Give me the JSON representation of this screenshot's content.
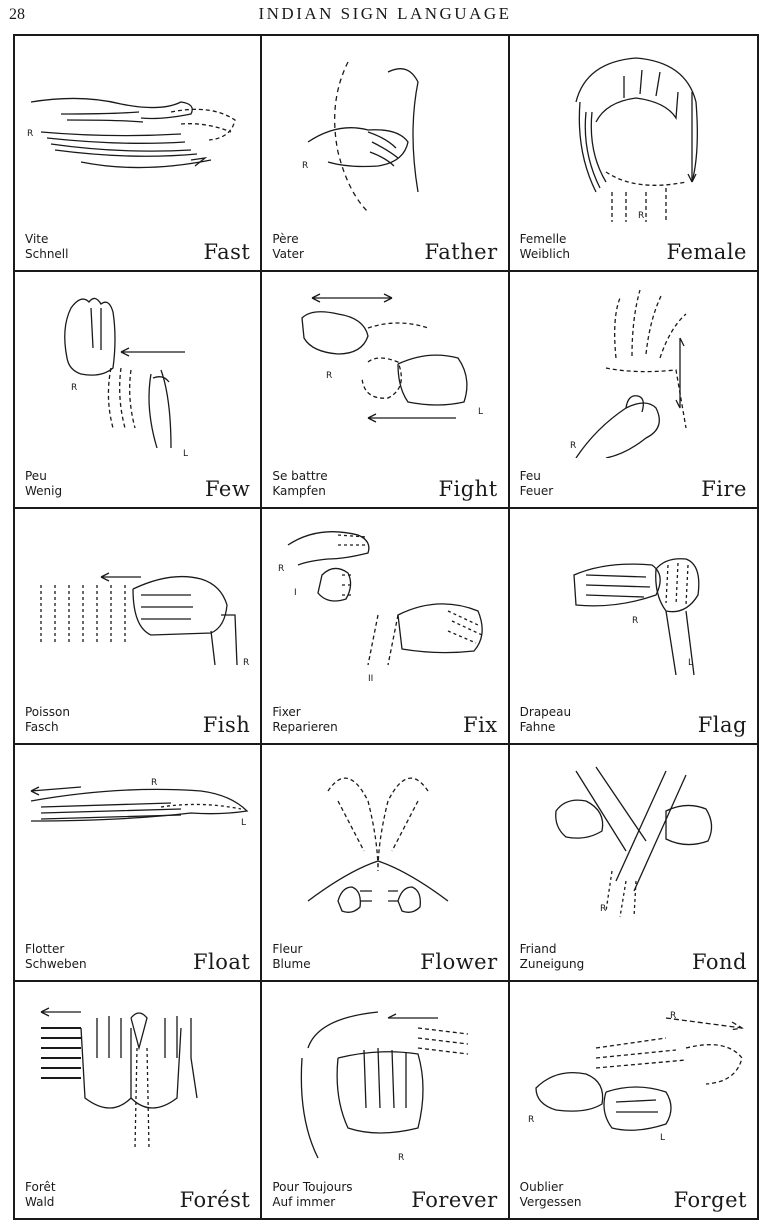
{
  "header": {
    "page_number": "28",
    "title": "INDIAN SIGN LANGUAGE"
  },
  "signs": [
    {
      "french": "Vite",
      "german": "Schnell",
      "english": "Fast"
    },
    {
      "french": "Père",
      "german": "Vater",
      "english": "Father"
    },
    {
      "french": "Femelle",
      "german": "Weiblich",
      "english": "Female"
    },
    {
      "french": "Peu",
      "german": "Wenig",
      "english": "Few"
    },
    {
      "french": "Se battre",
      "german": "Kampfen",
      "english": "Fight"
    },
    {
      "french": "Feu",
      "german": "Feuer",
      "english": "Fire"
    },
    {
      "french": "Poisson",
      "german": "Fasch",
      "english": "Fish"
    },
    {
      "french": "Fixer",
      "german": "Reparieren",
      "english": "Fix"
    },
    {
      "french": "Drapeau",
      "german": "Fahne",
      "english": "Flag"
    },
    {
      "french": "Flotter",
      "german": "Schweben",
      "english": "Float"
    },
    {
      "french": "Fleur",
      "german": "Blume",
      "english": "Flower"
    },
    {
      "french": "Friand",
      "german": "Zuneigung",
      "english": "Fond"
    },
    {
      "french": "Forêt",
      "german": "Wald",
      "english": "Forést"
    },
    {
      "french": "Pour Toujours",
      "german": "Auf immer",
      "english": "Forever"
    },
    {
      "french": "Oublier",
      "german": "Vergessen",
      "english": "Forget"
    }
  ],
  "hand_markers": {
    "right": "R",
    "left": "L",
    "one": "I",
    "two": "II"
  }
}
